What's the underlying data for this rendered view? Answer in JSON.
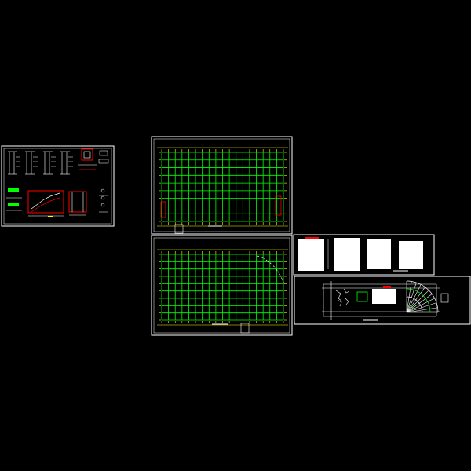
{
  "colors": {
    "background": "#000000",
    "frame": "#ffffff",
    "grid_green": "#00ff00",
    "axis_yellow": "#ffff00",
    "accent_red": "#ff0000",
    "accent_magenta": "#ff00ff",
    "paper_white": "#ffffff"
  },
  "sheets": [
    {
      "name": "detail-sheet-left",
      "kind": "details"
    },
    {
      "name": "plan-sheet-upper",
      "kind": "grid-plan",
      "columns": 18,
      "rows": 9
    },
    {
      "name": "plan-sheet-lower",
      "kind": "grid-plan",
      "columns": 18,
      "rows": 9
    },
    {
      "name": "text-sheet-right",
      "kind": "notes",
      "pages": 4
    },
    {
      "name": "layout-sheet-right",
      "kind": "site-layout"
    }
  ]
}
